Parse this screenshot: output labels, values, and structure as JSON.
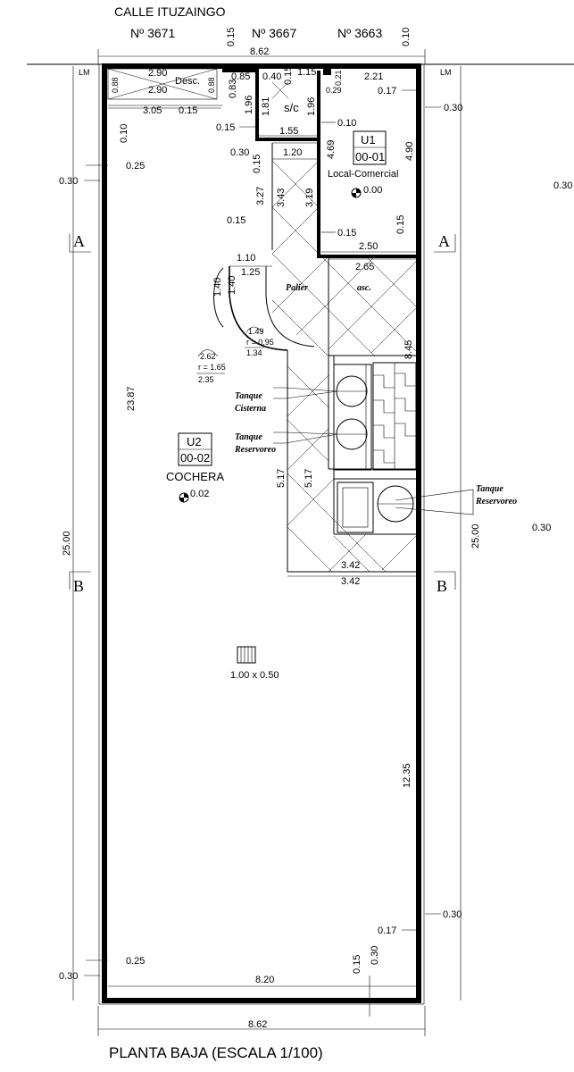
{
  "header": {
    "street": "CALLE ITUZAINGO",
    "lot_left": "Nº 3671",
    "lot_center": "Nº 3667",
    "lot_right": "Nº 3663",
    "width_total": "8.62"
  },
  "footer": {
    "title": "PLANTA BAJA (ESCALA 1/100)",
    "width_total": "8.62",
    "inner_width": "8.20"
  },
  "markers": {
    "lm": "LM",
    "section_a": "A",
    "section_b": "B"
  },
  "units": {
    "u1": {
      "code": "U1",
      "number": "00-01",
      "name": "Local-Comercial",
      "level": "0.00"
    },
    "u2": {
      "code": "U2",
      "number": "00-02",
      "name": "COCHERA",
      "level": "0.02"
    }
  },
  "rooms": {
    "desc": "Desc.",
    "sc": "s/c",
    "palier": "Palier",
    "asc": "asc.",
    "tanque_cisterna_1": "Tanque",
    "tanque_cisterna_2": "Cisterna",
    "tanque_reservoreo_1": "Tanque",
    "tanque_reservoreo_2": "Reservoreo",
    "tanque_reservoreo_right_1": "Tanque",
    "tanque_reservoreo_right_2": "Reservoreo",
    "vent": "1.00  x  0.50"
  },
  "dimensions": {
    "d_290a": "2.90",
    "d_290b": "2.90",
    "d_088a": "0.88",
    "d_088b": "0.88",
    "d_085": "0.85",
    "d_040": "0.40",
    "d_015a": "0.15",
    "d_115": "1.15",
    "d_021": "0.21",
    "d_029": "0.29",
    "d_221": "2.21",
    "d_017a": "0.17",
    "d_030a": "0.30",
    "d_083": "0.83",
    "d_196a": "1.96",
    "d_181": "1.81",
    "d_196b": "1.96",
    "d_305": "3.05",
    "d_015b": "0.15",
    "d_010a": "0.10",
    "d_015c": "0.15",
    "d_155": "1.55",
    "d_010b": "0.10",
    "d_030b": "0.30",
    "d_120": "1.20",
    "d_015d": "0.15",
    "d_327": "3.27",
    "d_343": "3.43",
    "d_319": "3.19",
    "d_469": "4.69",
    "d_490": "4.90",
    "d_025a": "0.25",
    "d_030c": "0.30",
    "d_030_edge_a": "0.30",
    "d_015e": "0.15",
    "d_015f": "0.15",
    "d_015g": "0.15",
    "d_250": "2.50",
    "d_110": "1.10",
    "d_125": "1.25",
    "d_265": "2.65",
    "d_140a": "1.40",
    "d_140b": "1.40",
    "d_149": "1.49",
    "d_r095": "r = 0.95",
    "d_134": "1.34",
    "d_262": "2.62",
    "d_r165": "r = 1.65",
    "d_235": "2.35",
    "d_845": "8.45",
    "d_2387": "23.87",
    "d_517a": "5.17",
    "d_517b": "5.17",
    "d_2500a": "25.00",
    "d_2500b": "25.00",
    "d_030_edge_b": "0.30",
    "d_342a": "3.42",
    "d_342b": "3.42",
    "d_1235": "12.35",
    "d_030d": "0.30",
    "d_017b": "0.17",
    "d_025b": "0.25",
    "d_030e": "0.30",
    "d_015h": "0.15",
    "d_030f": "0.30",
    "d_015_top_a": "0.15",
    "d_010_top": "0.10",
    "d_015_top_b": "0.15"
  }
}
